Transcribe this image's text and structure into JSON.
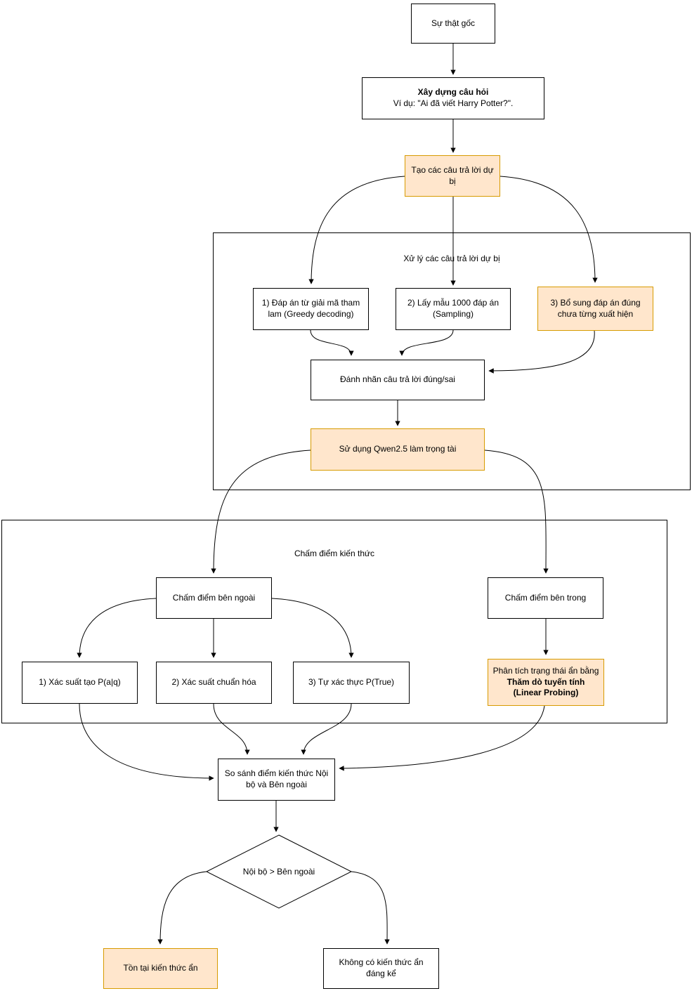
{
  "colors": {
    "highlight_fill": "#FFE6CC",
    "highlight_border": "#D79B00",
    "box_fill": "#FFFFFF",
    "box_border": "#000000",
    "edge": "#000000"
  },
  "nodes": {
    "ground_truth": {
      "label": "Sự thật gốc"
    },
    "build_question": {
      "title": "Xây dựng câu hỏi",
      "subtitle": "Ví dụ: \"Ai đã viết Harry Potter?\"."
    },
    "generate_candidates": {
      "label": "Tạo các câu trả lời dự bị"
    },
    "process_container": {
      "title": "Xử lý các câu trả lời dự bị"
    },
    "greedy": {
      "label": "1) Đáp án từ giải mã tham lam (Greedy decoding)"
    },
    "sampling": {
      "label": "2) Lấy mẫu 1000 đáp án (Sampling)"
    },
    "augment": {
      "label": "3) Bổ sung đáp án đúng chưa từng xuất hiện"
    },
    "labeling": {
      "label": "Đánh nhãn câu trả lời đúng/sai"
    },
    "judge": {
      "label": "Sử dụng Qwen2.5 làm trọng tài"
    },
    "scoring_container": {
      "title": "Chấm điểm kiến thức"
    },
    "external_scoring": {
      "label": "Chấm điểm bên ngoài"
    },
    "internal_scoring": {
      "label": "Chấm điểm bên trong"
    },
    "prob_generation": {
      "label": "1) Xác suất tạo P(a|q)"
    },
    "prob_normalized": {
      "label": "2) Xác suất chuẩn hóa"
    },
    "self_verification": {
      "label": "3) Tự xác thực P(True)"
    },
    "linear_probing": {
      "line1": "Phân tích trạng thái ẩn bằng",
      "line2": "Thăm dò tuyến tính (Linear Probing)"
    },
    "compare_scores": {
      "label": "So sánh điểm kiến thức Nội bộ và Bên ngoài"
    },
    "decision": {
      "label": "Nội bộ > Bên ngoài"
    },
    "hidden_knowledge_exists": {
      "label": "Tồn tại kiến thức ẩn"
    },
    "no_hidden_knowledge": {
      "label": "Không có kiến thức ẩn đáng kể"
    }
  }
}
